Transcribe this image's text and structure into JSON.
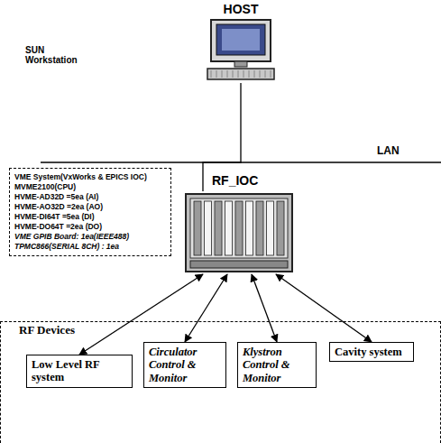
{
  "diagram": {
    "nodes": [
      {
        "text": [
          "HOST"
        ]
      },
      {
        "text": [
          "RF_IOC"
        ]
      },
      {
        "text": [
          "VME System(VxWorks & EPICS IOC)",
          "MVME2100(CPU)",
          "HVME-AD32D =5ea (AI)",
          "HVME-AO32D =2ea (AO)",
          "HVME-DI64T =5ea (DI)",
          "HVME-DO64T =2ea (DO)",
          "VME GPIB Board: 1ea(IEEE488)",
          "TPMC866(SERIAL 8CH) : 1ea"
        ]
      },
      {
        "text": [
          "RF Devices"
        ]
      },
      {
        "text": [
          "Low Level RF system"
        ],
        "in": 3
      },
      {
        "text": [
          "Circulator Control & Monitor"
        ],
        "in": 3
      },
      {
        "text": [
          "Klystron Control & Monitor"
        ],
        "in": 3
      },
      {
        "text": [
          "Cavity system"
        ],
        "in": 3
      }
    ],
    "edges": [
      {
        "from": 0,
        "to": 1,
        "arrow": "none"
      },
      {
        "from": 1,
        "to": 4,
        "arrow": "both"
      },
      {
        "from": 1,
        "to": 5,
        "arrow": "both"
      },
      {
        "from": 1,
        "to": 6,
        "arrow": "both"
      },
      {
        "from": 1,
        "to": 7,
        "arrow": "both"
      }
    ],
    "labels": [
      "SUN Workstation",
      "LAN"
    ]
  }
}
